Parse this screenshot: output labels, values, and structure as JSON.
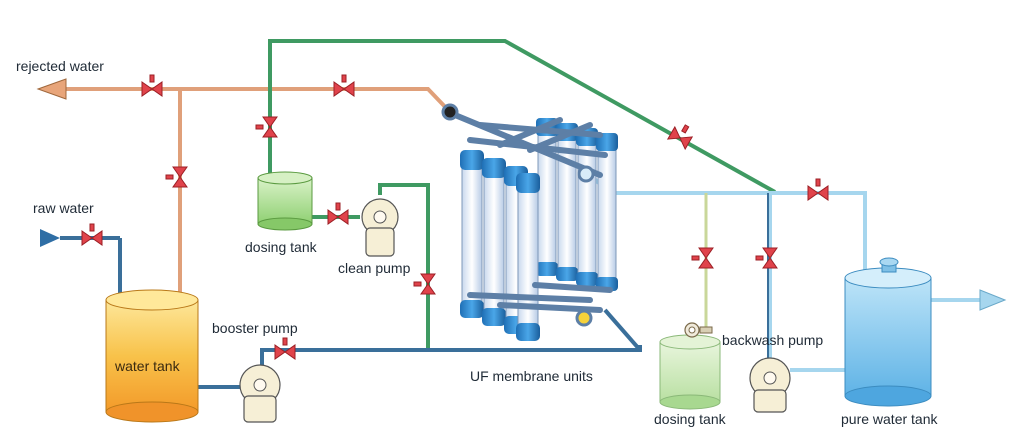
{
  "labels": {
    "rejected_water": "rejected water",
    "raw_water": "raw water",
    "dosing_tank_top": "dosing tank",
    "clean_pump": "clean pump",
    "booster_pump": "booster pump",
    "water_tank": "water tank",
    "uf_membrane_units": "UF membrane units",
    "dosing_tank_bottom": "dosing tank",
    "backwash_pump": "backwash pump",
    "pure_water_tank": "pure water tank"
  },
  "colors": {
    "reject_line": "#e0a07a",
    "chem_line": "#3f9a62",
    "main_line": "#3a6f9a",
    "pure_line": "#a6d6ee",
    "dose_line": "#c9d79a",
    "valve_red": "#e0434b",
    "tank_orange": "#f6b53a",
    "tank_green": "#a6dd8a",
    "tank_blue": "#7ec5ef",
    "pump_cream": "#f6efd6"
  }
}
